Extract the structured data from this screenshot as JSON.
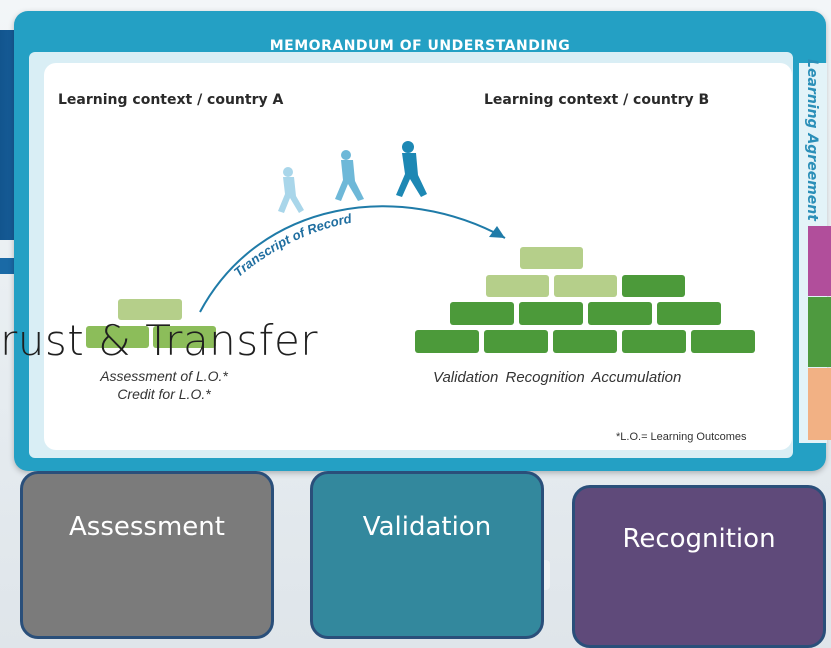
{
  "memo": {
    "title": "MEMORANDUM OF UNDERSTANDING",
    "side_label": "Learning Agreement"
  },
  "context_a": {
    "label": "Learning context / country A",
    "caption_line1": "Assessment of L.O.*",
    "caption_line2": "Credit for L.O.*"
  },
  "context_b": {
    "label": "Learning context / country B",
    "caption": "Validation  Recognition  Accumulation"
  },
  "arc_label": "Transcript of Record",
  "footnote": "*L.O.= Learning Outcomes",
  "overlay_title": "rust & Transfer",
  "steps": [
    {
      "label": "Assessment",
      "color": "#7b7b7b"
    },
    {
      "label": "Validation",
      "color": "#33889d"
    },
    {
      "label": "Recognition",
      "color": "#5f4a7a"
    }
  ],
  "colors": {
    "frame": "#24a0c4",
    "brick_light": "#b5cf8a",
    "brick_dark": "#4c9a3a",
    "band_pink": "#b14e9b",
    "band_green": "#4e9a3f",
    "band_orange": "#f2b184"
  }
}
